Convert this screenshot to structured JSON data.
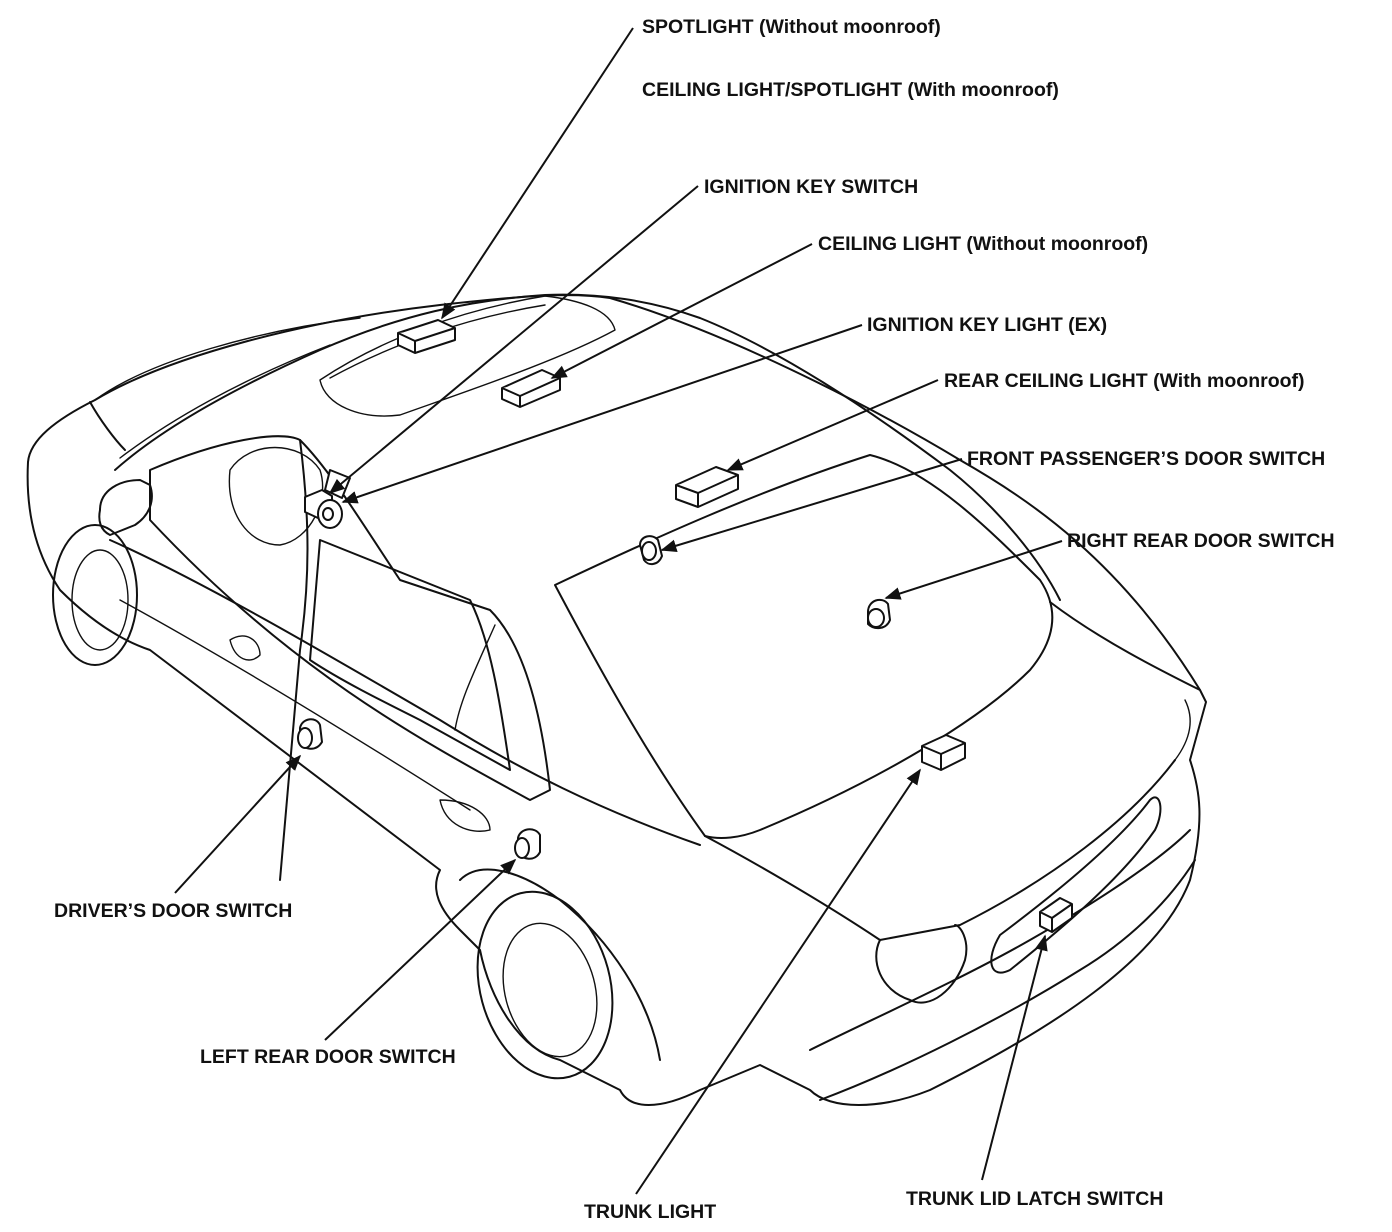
{
  "labels": {
    "spotlight": "SPOTLIGHT (Without moonroof)",
    "ceiling_spotlight": "CEILING LIGHT/SPOTLIGHT (With moonroof)",
    "ignition_key_switch": "IGNITION KEY SWITCH",
    "ceiling_light": "CEILING LIGHT (Without moonroof)",
    "ignition_key_light": "IGNITION KEY LIGHT (EX)",
    "rear_ceiling_light": "REAR CEILING LIGHT (With moonroof)",
    "front_passenger_door_switch": "FRONT PASSENGER’S DOOR SWITCH",
    "right_rear_door_switch": "RIGHT REAR DOOR SWITCH",
    "drivers_door_switch": "DRIVER’S DOOR SWITCH",
    "left_rear_door_switch": "LEFT REAR DOOR SWITCH",
    "trunk_light": "TRUNK LIGHT",
    "trunk_lid_latch_switch": "TRUNK LID LATCH SWITCH"
  },
  "colors": {
    "line": "#111111",
    "background": "#ffffff"
  }
}
